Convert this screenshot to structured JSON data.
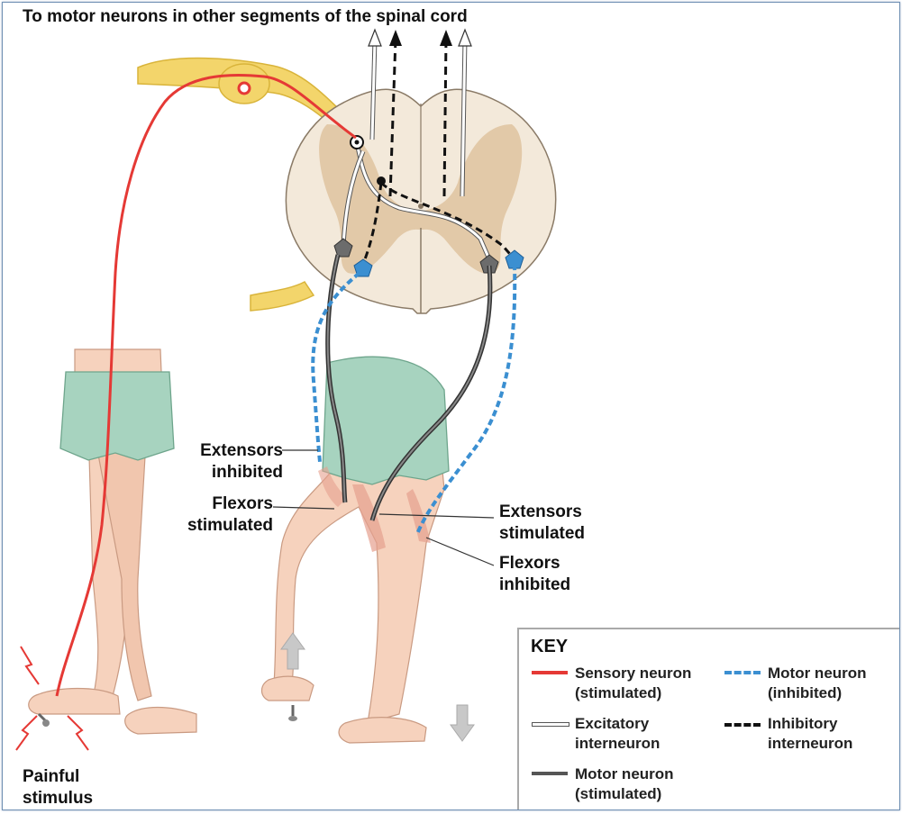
{
  "title": "To motor neurons in other segments of the spinal cord",
  "labels": {
    "extensors_inhibited": [
      "Extensors",
      "inhibited"
    ],
    "flexors_stimulated": [
      "Flexors",
      "stimulated"
    ],
    "extensors_stimulated": [
      "Extensors",
      "stimulated"
    ],
    "flexors_inhibited": [
      "Flexors",
      "inhibited"
    ],
    "painful_stimulus": [
      "Painful",
      "stimulus"
    ]
  },
  "key": {
    "title": "KEY",
    "items": [
      {
        "label": [
          "Sensory neuron",
          "(stimulated)"
        ],
        "style": "solid",
        "color": "#e53935"
      },
      {
        "label": [
          "Motor neuron",
          "(inhibited)"
        ],
        "style": "dashed",
        "color": "#3b8fd1"
      },
      {
        "label": [
          "Excitatory",
          "interneuron"
        ],
        "style": "hollow",
        "color": "#ffffff"
      },
      {
        "label": [
          "Inhibitory",
          "interneuron"
        ],
        "style": "dashed",
        "color": "#111111"
      },
      {
        "label": [
          "Motor neuron",
          "(stimulated)"
        ],
        "style": "solid",
        "color": "#555555"
      }
    ]
  },
  "colors": {
    "sensory": "#e53935",
    "motor_inhibited": "#3b8fd1",
    "motor_stimulated": "#4a4a4a",
    "spinal_white": "#f3e9da",
    "spinal_gray": "#e2c9a8",
    "nerve": "#f1d36a",
    "skin": "#f6d2bd",
    "shorts": "#a7d3bf"
  }
}
